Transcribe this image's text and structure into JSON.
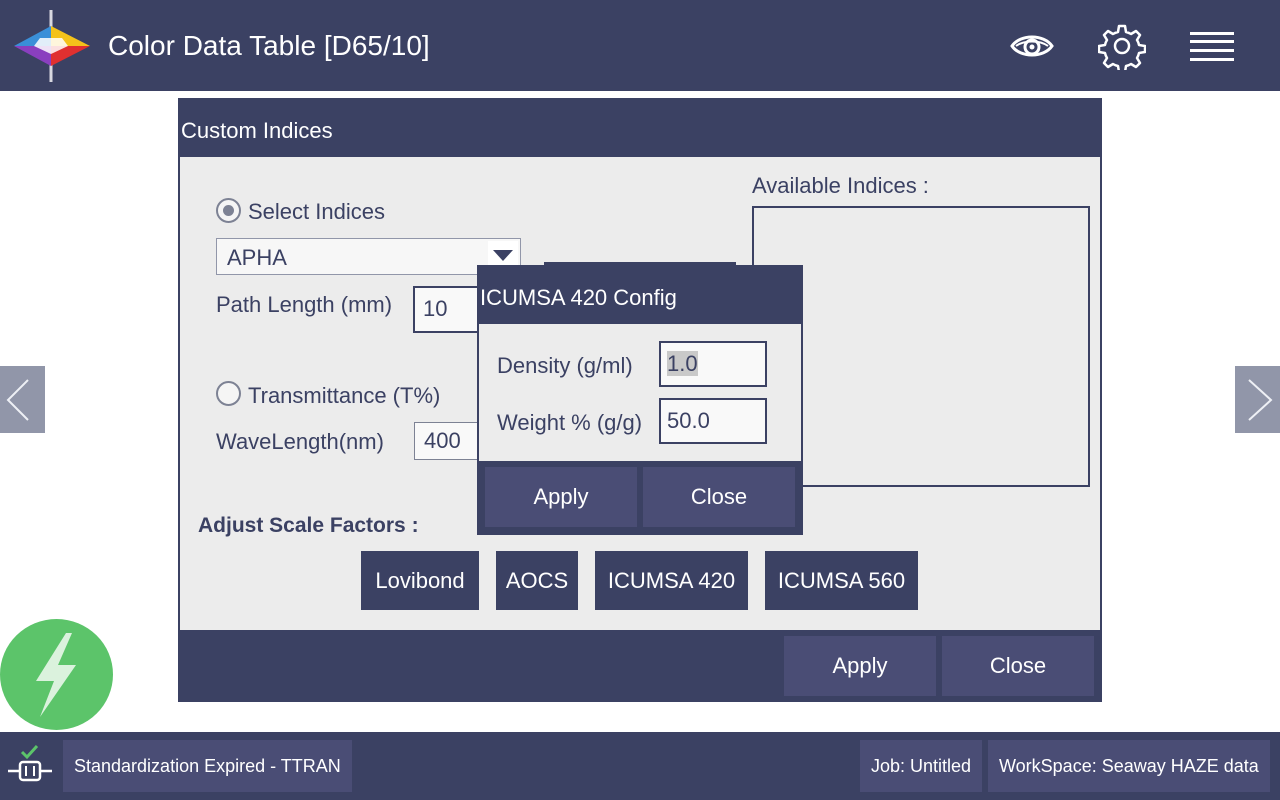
{
  "header": {
    "title": "Color Data Table [D65/10]"
  },
  "dialog": {
    "title": "Custom Indices",
    "select_indices_label": "Select Indices",
    "index_value": "APHA",
    "path_length_label": "Path Length (mm)",
    "path_length_value": "10",
    "transmittance_label": "Transmittance (T%)",
    "wavelength_label": "WaveLength(nm)",
    "wavelength_value": "400",
    "available_indices_label": "Available Indices :",
    "adjust_scale_label": "Adjust Scale Factors :",
    "scale_buttons": [
      "Lovibond",
      "AOCS",
      "ICUMSA 420",
      "ICUMSA 560"
    ],
    "apply_label": "Apply",
    "close_label": "Close"
  },
  "config": {
    "title": "ICUMSA 420 Config",
    "density_label": "Density (g/ml)",
    "density_value": "1.0",
    "weight_label": "Weight % (g/g)",
    "weight_value": "50.0",
    "apply_label": "Apply",
    "close_label": "Close"
  },
  "status": {
    "standardization": "Standardization Expired - TTRAN",
    "job": "Job: Untitled",
    "workspace": "WorkSpace: Seaway HAZE data"
  },
  "colors": {
    "navy": "#3b4163",
    "button": "#4a4d75",
    "panel": "#ececec",
    "power_green": "#5cc46a"
  },
  "icons": [
    "app-logo-icon",
    "eye-icon",
    "gear-icon",
    "hamburger-menu-icon",
    "chevron-left-icon",
    "chevron-right-icon",
    "lightning-bolt-icon",
    "plug-check-icon",
    "dropdown-caret-icon"
  ]
}
